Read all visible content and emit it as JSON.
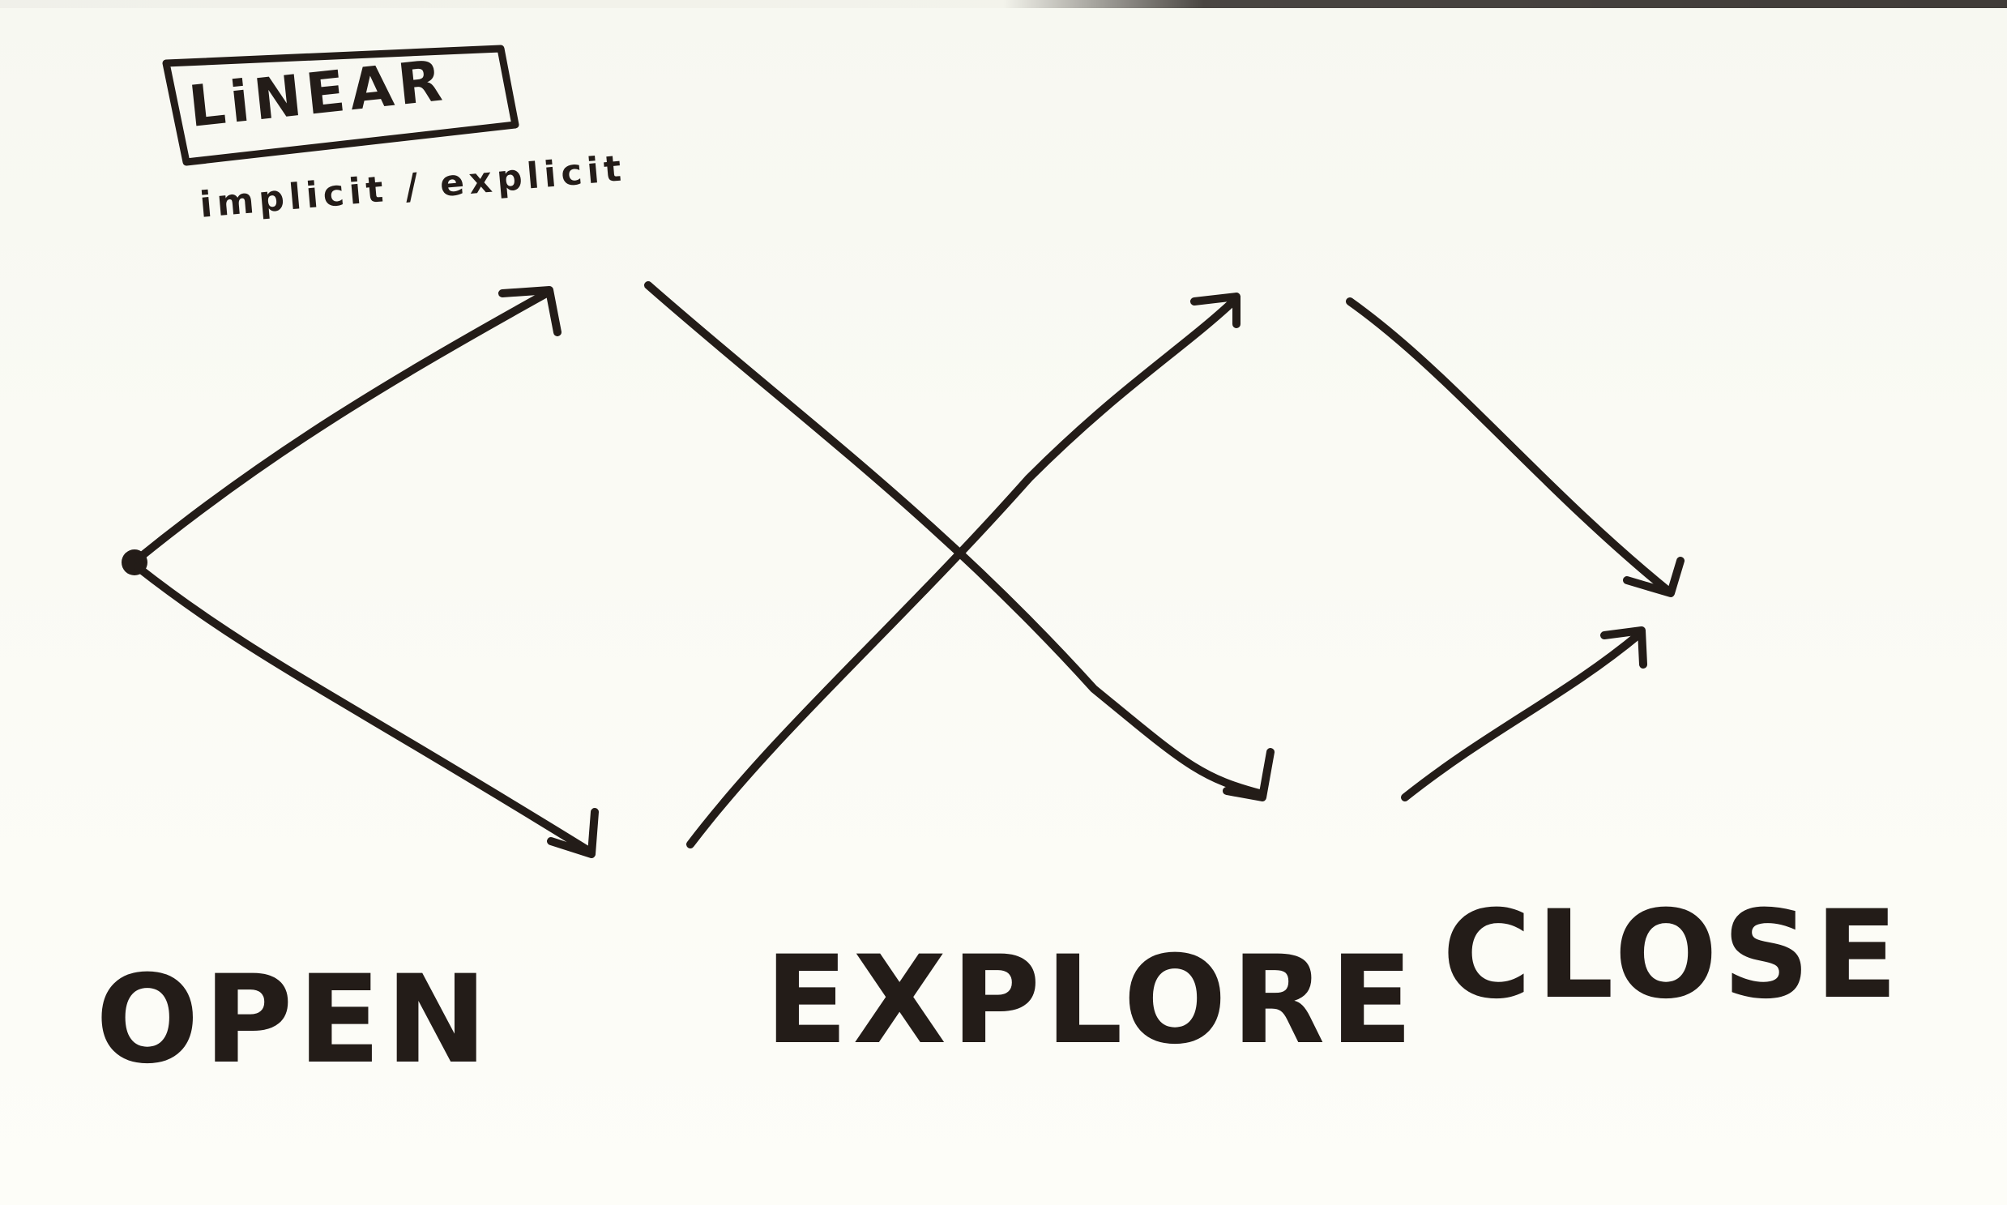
{
  "title": "LiNEAR",
  "subtitle": "implicit / explicit",
  "stage_labels": {
    "open": "OPEN",
    "explore": "EXPLORE",
    "close": "CLOSE"
  },
  "ink_color": "#231c18",
  "paper_color": "#fbfbf6"
}
